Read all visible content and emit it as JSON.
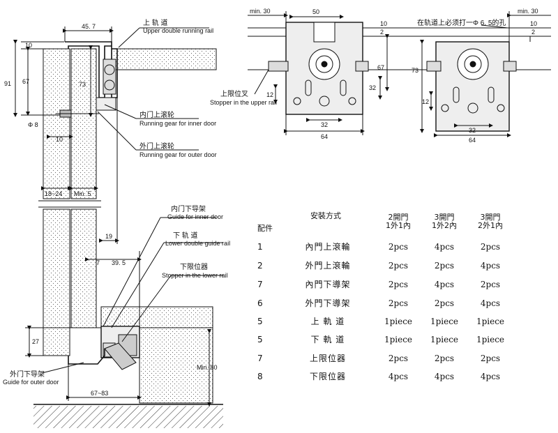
{
  "side_section": {
    "labels": {
      "upper_rail_cn": "上 轨 道",
      "upper_rail_en": "Upper double running rail",
      "inner_gear_cn": "内门上滚轮",
      "inner_gear_en": "Running gear for inner door",
      "outer_gear_cn": "外门上滚轮",
      "outer_gear_en": "Running gear for outer door",
      "inner_guide_cn": "内门下导架",
      "inner_guide_en": "Guide for inner door",
      "lower_rail_cn": "下 轨 道",
      "lower_rail_en": "Lower double guide rail",
      "lower_stopper_cn": "下限位器",
      "lower_stopper_en": "Stopper in the lower rail",
      "outer_guide_cn": "外门下导架",
      "outer_guide_en": "Guide for outer door"
    },
    "dims": {
      "d45_7": "45. 7",
      "d10": "10",
      "d91": "91",
      "d67": "67",
      "d73": "73",
      "phi8": "Φ 8",
      "d10b": "10",
      "d18_24": "18~24",
      "min5": "Min. 5",
      "d19": "19",
      "d7": "7",
      "d39_5": "39. 5",
      "d27": "27",
      "min80": "Min. 80",
      "d67_83": "67~83"
    }
  },
  "top_view": {
    "labels": {
      "stopper_cn": "上限位叉",
      "stopper_en": "Stopper in the upper rail",
      "hole_note": "在轨道上必须打一Φ 6. 5的孔"
    },
    "dims": {
      "min30_left": "min. 30",
      "d50": "50",
      "d10": "10",
      "d2": "2",
      "d67": "67",
      "d32v": "32",
      "d12": "12",
      "d32h": "32",
      "d64": "64",
      "min30_right": "min. 30",
      "d10r": "10",
      "d2r": "2",
      "d73r": "73",
      "d12r": "12",
      "d32hr": "32",
      "d64r": "64"
    }
  },
  "table": {
    "col_install": "安裝方式",
    "col_part": "配件",
    "headers": [
      {
        "line1": "2開門",
        "line2": "1外1內"
      },
      {
        "line1": "3開門",
        "line2": "1外2內"
      },
      {
        "line1": "3開門",
        "line2": "2外1內"
      }
    ],
    "rows": [
      {
        "qty": "1",
        "name": "內門上滾輪",
        "a": "2pcs",
        "b": "4pcs",
        "c": "2pcs"
      },
      {
        "qty": "2",
        "name": "外門上滾輪",
        "a": "2pcs",
        "b": "2pcs",
        "c": "4pcs"
      },
      {
        "qty": "7",
        "name": "內門下導架",
        "a": "2pcs",
        "b": "4pcs",
        "c": "2pcs"
      },
      {
        "qty": "6",
        "name": "外門下導架",
        "a": "2pcs",
        "b": "2pcs",
        "c": "4pcs"
      },
      {
        "qty": "5",
        "name": "上 軌 道",
        "a": "1piece",
        "b": "1piece",
        "c": "1piece"
      },
      {
        "qty": "5",
        "name": "下 軌 道",
        "a": "1piece",
        "b": "1piece",
        "c": "1piece"
      },
      {
        "qty": "7",
        "name": "上限位器",
        "a": "2pcs",
        "b": "2pcs",
        "c": "2pcs"
      },
      {
        "qty": "8",
        "name": "下限位器",
        "a": "4pcs",
        "b": "4pcs",
        "c": "4pcs"
      }
    ]
  }
}
